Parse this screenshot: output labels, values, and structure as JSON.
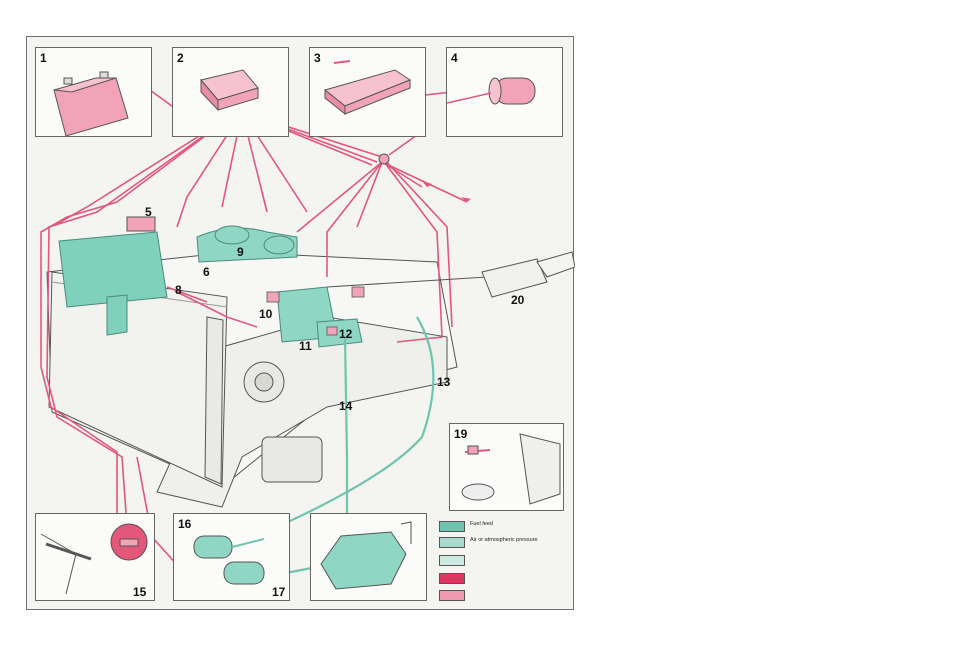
{
  "labels": {
    "n1": "1",
    "n2": "2",
    "n3": "3",
    "n4": "4",
    "n5": "5",
    "n6": "6",
    "n8": "8",
    "n9": "9",
    "n10": "10",
    "n11": "11",
    "n12": "12",
    "n13": "13",
    "n14": "14",
    "n15": "15",
    "n16": "16",
    "n17": "17",
    "n19": "19",
    "n20": "20"
  },
  "legend": {
    "items": [
      {
        "label": "Fuel feed",
        "color": "#6fc4b0"
      },
      {
        "label": "Air or atmospheric pressure",
        "color": "#a8d9cc"
      },
      {
        "label": "",
        "color": "#cdeae2"
      },
      {
        "label": "",
        "color": "#e0355f"
      },
      {
        "label": "",
        "color": "#f09ab2"
      }
    ]
  },
  "colors": {
    "wire": "#e2577a",
    "fuel": "#6fc4b0",
    "component_pink": "#f3a3b8",
    "air_green": "#7fd0bc",
    "outline": "#555555",
    "frame": "#6f6f6f"
  }
}
